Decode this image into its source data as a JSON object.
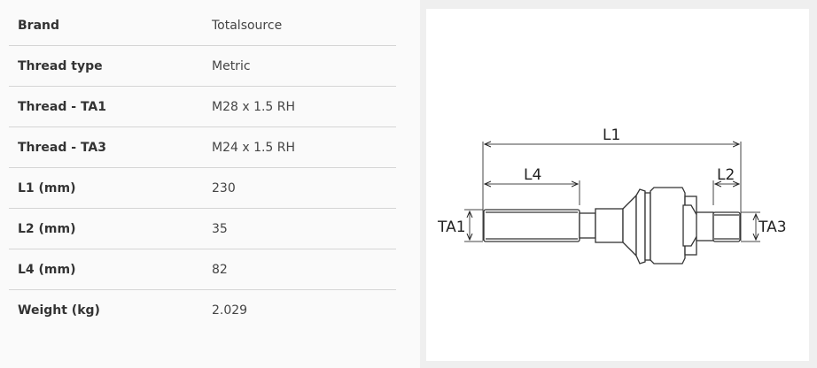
{
  "specs": [
    {
      "label": "Brand",
      "value": "Totalsource"
    },
    {
      "label": "Thread type",
      "value": "Metric"
    },
    {
      "label": "Thread - TA1",
      "value": "M28 x 1.5 RH"
    },
    {
      "label": "Thread - TA3",
      "value": "M24 x 1.5 RH"
    },
    {
      "label": "L1 (mm)",
      "value": "230"
    },
    {
      "label": "L2 (mm)",
      "value": "35"
    },
    {
      "label": "L4 (mm)",
      "value": "82"
    },
    {
      "label": "Weight (kg)",
      "value": "2.029"
    }
  ],
  "diagram": {
    "l1": "L1",
    "l2": "L2",
    "l4": "L4",
    "ta1": "TA1",
    "ta3": "TA3"
  }
}
